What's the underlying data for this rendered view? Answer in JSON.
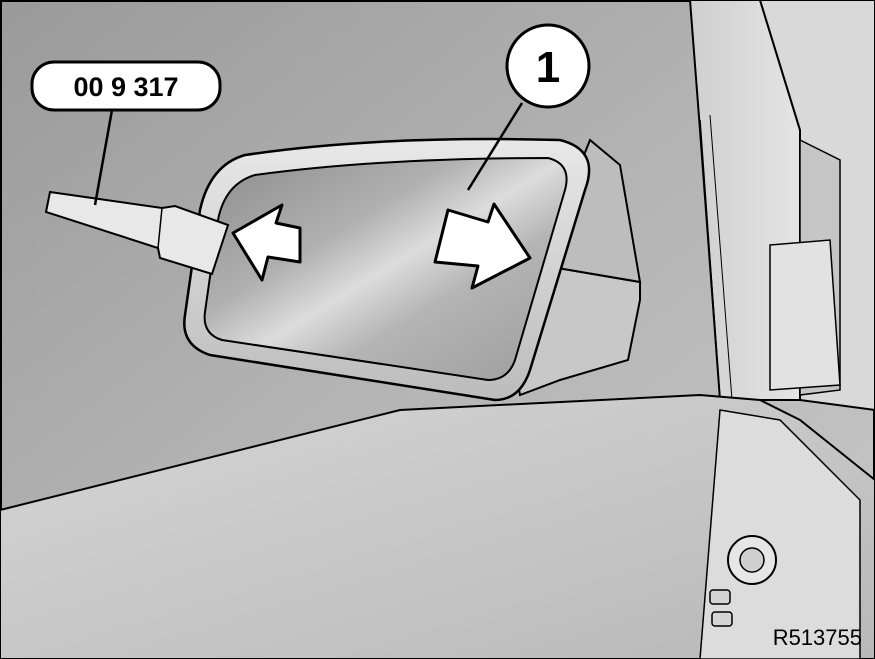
{
  "labels": {
    "tool_number": "00 9 317",
    "callout_1": "1",
    "figure_code": "R513755"
  },
  "icons": {
    "pull_arrow": "arrow-left-icon",
    "push_arrow": "arrow-right-icon"
  },
  "colors": {
    "line": "#000000",
    "background": "#ffffff"
  }
}
